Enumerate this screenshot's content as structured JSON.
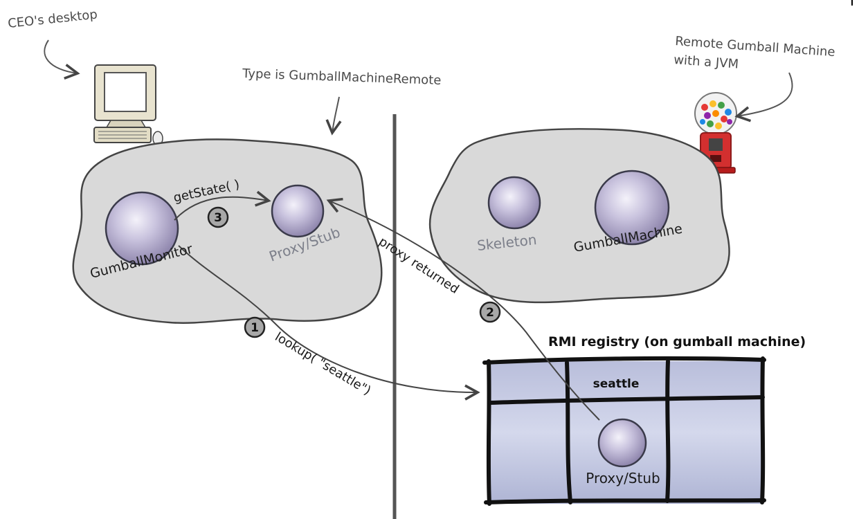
{
  "annotations": {
    "ceo_desktop": "CEO's desktop",
    "type_note": "Type is GumballMachineRemote",
    "remote_line1": "Remote Gumball Machine",
    "remote_line2": "with a JVM"
  },
  "client_heap": {
    "monitor_label": "GumballMonitor",
    "proxy_label": "Proxy/Stub"
  },
  "server_heap": {
    "skeleton_label": "Skeleton",
    "machine_label": "GumballMachine"
  },
  "steps": [
    {
      "number": "1",
      "label": "lookup( \"seattle\")"
    },
    {
      "number": "2",
      "label": "proxy returned"
    },
    {
      "number": "3",
      "label": "getState( )"
    }
  ],
  "registry": {
    "title": "RMI registry (on gumball machine)",
    "entry_name": "seattle",
    "entry_object": "Proxy/Stub"
  },
  "colors": {
    "heap_fill": "#d9d9d9",
    "heap_stroke": "#444444",
    "object_fill": "#b7b0cf",
    "registry_fill": "#c3c8e0",
    "divider": "#555555"
  }
}
